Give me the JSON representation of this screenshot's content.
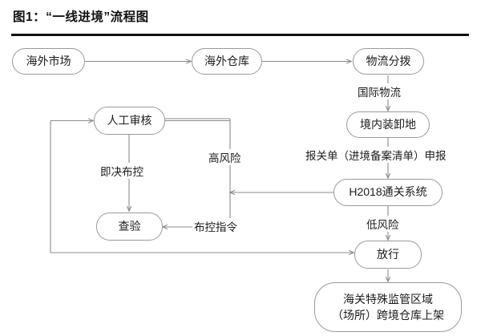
{
  "figure": {
    "title": "图1：“一线进境”流程图"
  },
  "style": {
    "node_border": "#9a9a9a",
    "wire_color": "#8c8c8c",
    "rule_color": "#111111",
    "text_color": "#1c1c1c",
    "background": "#ffffff"
  },
  "nodes": [
    {
      "id": "overseas-market",
      "label": "海外市场"
    },
    {
      "id": "overseas-warehouse",
      "label": "海外仓库"
    },
    {
      "id": "logistics-sorting",
      "label": "物流分拨"
    },
    {
      "id": "domestic-loading",
      "label": "境内装卸地"
    },
    {
      "id": "h2018-system",
      "label": "H2018通关系统"
    },
    {
      "id": "manual-review",
      "label": "人工审核"
    },
    {
      "id": "inspection",
      "label": "查验"
    },
    {
      "id": "release",
      "label": "放行"
    },
    {
      "id": "bonded-warehouse",
      "line1": "海关特殊监管区域",
      "line2": "（场所）跨境仓库上架"
    }
  ],
  "edge_labels": [
    {
      "id": "international-logistics",
      "label": "国际物流"
    },
    {
      "id": "declaration",
      "label": "报关单（进境备案清单）申报"
    },
    {
      "id": "low-risk",
      "label": "低风险"
    },
    {
      "id": "high-risk",
      "label": "高风险"
    },
    {
      "id": "immediate-control",
      "label": "即决布控"
    },
    {
      "id": "control-order",
      "label": "布控指令"
    }
  ],
  "chart_data": {
    "type": "flowchart",
    "title": "图1：“一线进境”流程图",
    "nodes": [
      "海外市场",
      "海外仓库",
      "物流分拨",
      "境内装卸地",
      "H2018通关系统",
      "人工审核",
      "查验",
      "放行",
      "海关特殊监管区域（场所）跨境仓库上架"
    ],
    "edges": [
      {
        "from": "海外市场",
        "to": "海外仓库",
        "label": ""
      },
      {
        "from": "海外仓库",
        "to": "物流分拨",
        "label": ""
      },
      {
        "from": "物流分拨",
        "to": "境内装卸地",
        "label": "国际物流"
      },
      {
        "from": "境内装卸地",
        "to": "H2018通关系统",
        "label": "报关单（进境备案清单）申报"
      },
      {
        "from": "H2018通关系统",
        "to": "人工审核",
        "label": "高风险"
      },
      {
        "from": "H2018通关系统",
        "to": "放行",
        "label": "低风险"
      },
      {
        "from": "人工审核",
        "to": "查验",
        "label": "即决布控"
      },
      {
        "from": "人工审核",
        "to": "H2018通关系统",
        "label": "高风险"
      },
      {
        "from": "查验",
        "to": "放行",
        "label": "布控指令"
      },
      {
        "from": "放行",
        "to": "海关特殊监管区域（场所）跨境仓库上架",
        "label": ""
      }
    ]
  }
}
